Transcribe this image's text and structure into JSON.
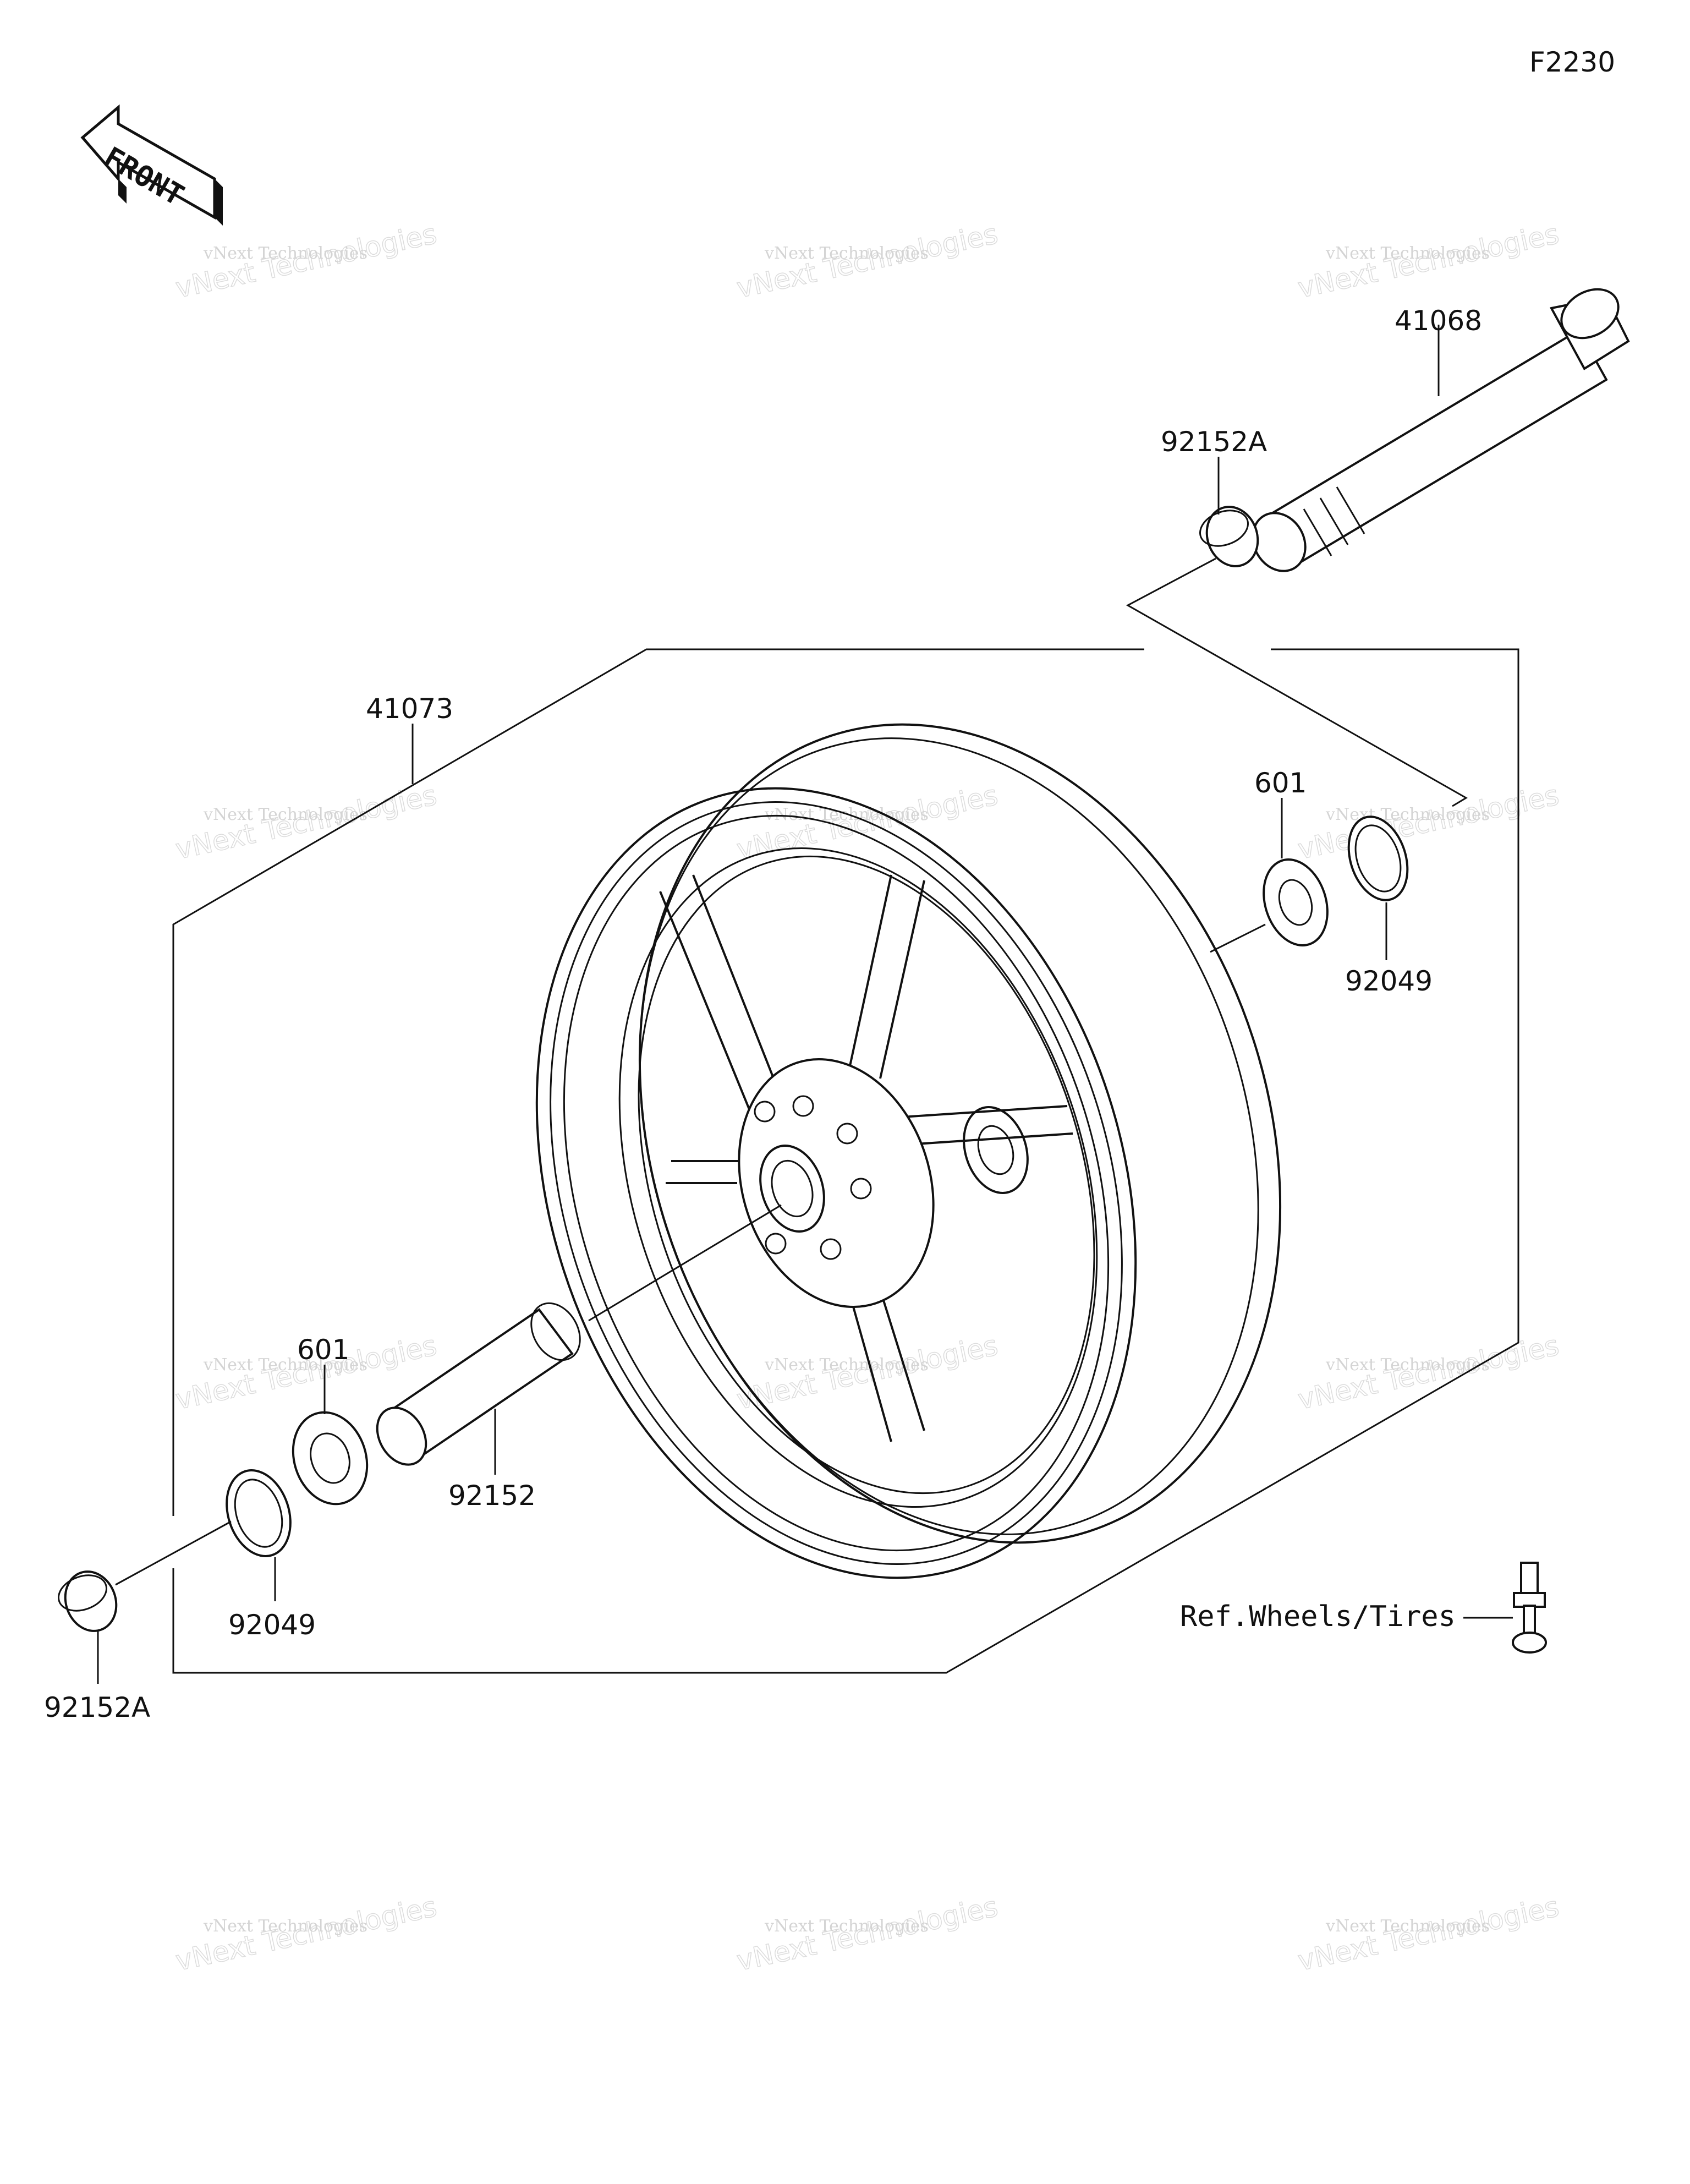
{
  "diagram": {
    "figure_code": "F2230",
    "front_label": "FRONT",
    "reference_label": "Ref.Wheels/Tires",
    "callouts": {
      "axle": "41068",
      "collar_right": "92152A",
      "wheel": "41073",
      "bearing_right": "601",
      "seal_right": "92049",
      "bearing_left": "601",
      "spacer": "92152",
      "seal_left": "92049",
      "collar_left": "92152A"
    },
    "watermark": {
      "line1": "vNext Technologies",
      "line2": "vNext Technologies"
    }
  }
}
